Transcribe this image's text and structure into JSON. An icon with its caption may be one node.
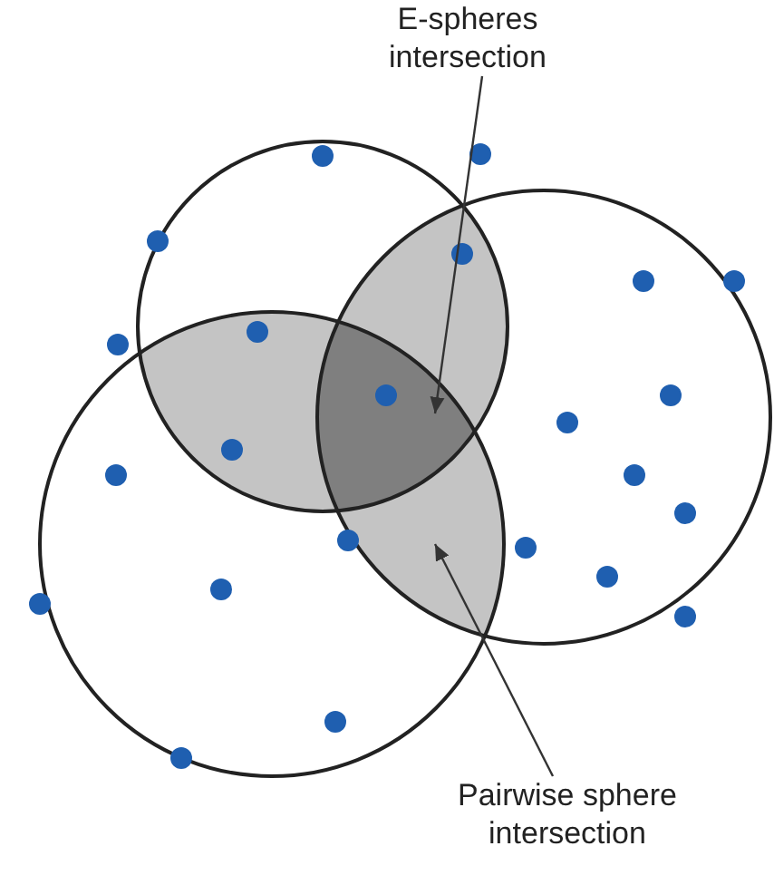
{
  "diagram": {
    "nodes": [
      {
        "text": [
          "E-spheres intersection"
        ]
      },
      {
        "text": [],
        "shape": "region",
        "in": 3
      },
      {
        "text": [
          "Pairwise sphere intersection"
        ]
      },
      {
        "text": [],
        "shape": "region"
      }
    ],
    "edges": [
      {
        "from": 0,
        "to": 1,
        "arrow": "to"
      },
      {
        "from": 2,
        "to": 3,
        "arrow": "to"
      }
    ]
  }
}
